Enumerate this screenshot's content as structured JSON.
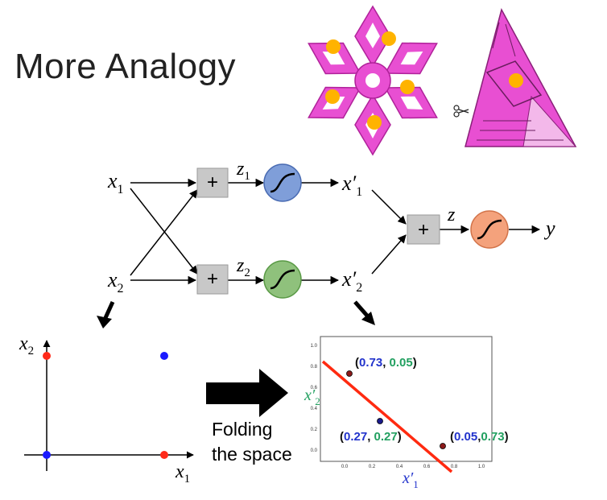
{
  "slide": {
    "title": "More Analogy"
  },
  "network": {
    "input_1": "x",
    "input_1_sub": "1",
    "input_2": "x",
    "input_2_sub": "2",
    "sum_symbol": "+",
    "z1": "z",
    "z1_sub": "1",
    "z2": "z",
    "z2_sub": "2",
    "out1": "x′",
    "out1_sub": "1",
    "out2": "x′",
    "out2_sub": "2",
    "z": "z",
    "y": "y",
    "colors": {
      "sigmoid_1": "#7f9ed9",
      "sigmoid_2": "#8fc17c",
      "sigmoid_out": "#f4a27c",
      "sum_box": "#c8c8c8"
    }
  },
  "left_plot": {
    "y_label": "x",
    "y_label_sub": "2",
    "x_label": "x",
    "x_label_sub": "1",
    "colors": {
      "red": "#ff2a1a",
      "blue": "#1a1aff"
    }
  },
  "arrow_caption": {
    "line1": "Folding",
    "line2": "the space"
  },
  "right_plot": {
    "y_label": "x′",
    "y_label_sub": "2",
    "x_label": "x′",
    "x_label_sub": "1",
    "y_ticks": [
      "1.0",
      "0.8",
      "0.6",
      "0.4",
      "0.2",
      "0.0"
    ],
    "x_ticks": [
      "0.0",
      "0.2",
      "0.4",
      "0.6",
      "0.8",
      "1.0"
    ],
    "point_a": {
      "open": "(",
      "v1": "0.73",
      "sep": ", ",
      "v2": "0.05",
      "close": ")"
    },
    "point_b": {
      "open": "(",
      "v1": "0.27",
      "sep": ", ",
      "v2": "0.27",
      "close": ")"
    },
    "point_c": {
      "open": "(",
      "v1": "0.05",
      "sep": ",",
      "v2": "0.73",
      "close": ")"
    },
    "colors": {
      "v1": "#2233cc",
      "v2": "#22a060",
      "line": "#ff2a10"
    }
  }
}
